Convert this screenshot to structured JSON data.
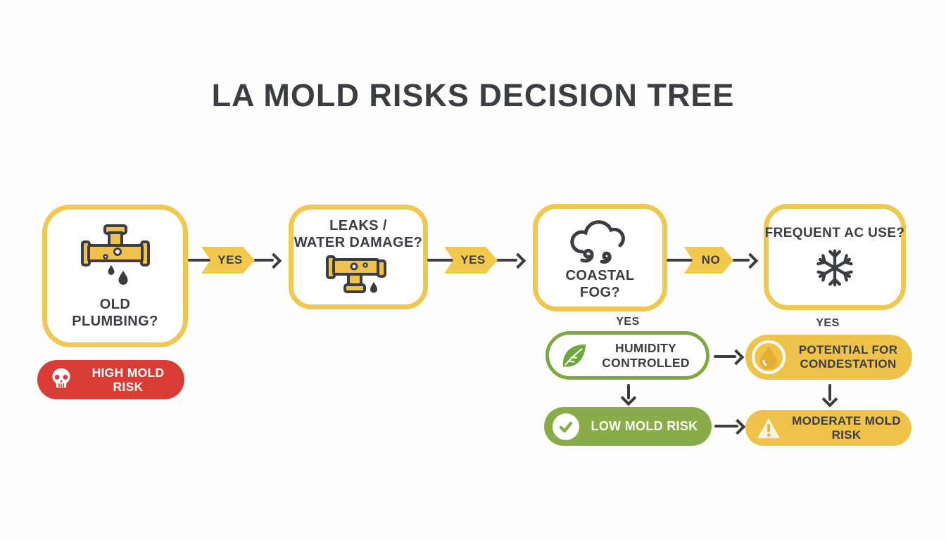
{
  "title": "LA MOLD RISKS DECISION TREE",
  "boxes": {
    "old_plumbing": {
      "label": "OLD\nPLUMBING?"
    },
    "leaks": {
      "label": "LEAKS /\nWATER DAMAGE?"
    },
    "coastal_fog": {
      "label": "COASTAL\nFOG?"
    },
    "frequent_ac": {
      "label": "FREQUENT AC USE?"
    }
  },
  "edges": {
    "plumbing_to_leaks": "YES",
    "leaks_to_fog": "YES",
    "fog_to_ac": "NO",
    "fog_yes": "YES",
    "ac_yes": "YES"
  },
  "results": {
    "high_risk": "HIGH MOLD RISK",
    "humidity_controlled": "HUMIDITY\nCONTROLLED",
    "condensation": "POTENTIAL FOR\nCONDESTATION",
    "low_risk": "LOW MOLD RISK",
    "moderate_risk": "MODERATE MOLD RISK"
  },
  "icons": {
    "leaky_pipe": "pipe-with-drips",
    "dripping_pipe": "pipe-with-drip",
    "fog_cloud": "cloud-with-swirls",
    "snowflake": "❄",
    "skull": "skull",
    "leaf": "leaf",
    "droplet": "💧",
    "checkmark": "✓",
    "warning": "!"
  },
  "colors": {
    "yellow": "#f0c84f",
    "yellow_fill": "#efc24a",
    "red": "#d93b35",
    "green": "#87ac49",
    "green_border": "#7ea93f",
    "dark": "#3a3e43"
  }
}
